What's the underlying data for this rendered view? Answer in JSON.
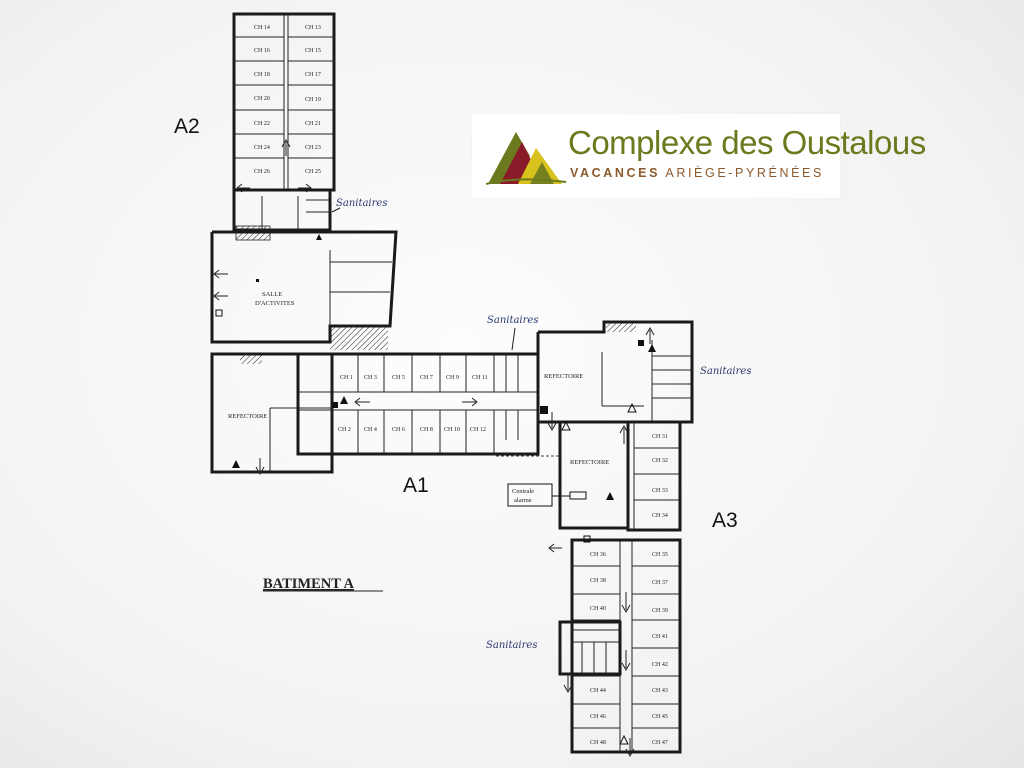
{
  "wings": {
    "a1": "A1",
    "a2": "A2",
    "a3": "A3"
  },
  "building_title": "BATIMENT A",
  "annotations": {
    "sanitaires_a2": "Sanitaires",
    "sanitaires_a1": "Sanitaires",
    "sanitaires_a3": "Sanitaires",
    "sanitaires_south": "Sanitaires"
  },
  "common_rooms": {
    "salle_line1": "SALLE",
    "salle_line2": "D'ACTIVITES",
    "refectoire_west": "REFECTOIRE",
    "refectoire_mid": "REFECTOIRE",
    "refectoire_east": "REFECTOIRE",
    "centrale_line1": "Centrale",
    "centrale_line2": "alarme"
  },
  "rooms": {
    "ch1": "CH 1",
    "ch2": "CH 2",
    "ch3": "CH 3",
    "ch4": "CH 4",
    "ch5": "CH 5",
    "ch6": "CH 6",
    "ch7": "CH 7",
    "ch8": "CH 8",
    "ch9": "CH 9",
    "ch10": "CH 10",
    "ch11": "CH 11",
    "ch12": "CH 12",
    "ch13": "CH 13",
    "ch14": "CH 14",
    "ch15": "CH 15",
    "ch16": "CH 16",
    "ch17": "CH 17",
    "ch18": "CH 18",
    "ch19": "CH 19",
    "ch20": "CH 20",
    "ch21": "CH 21",
    "ch22": "CH 22",
    "ch23": "CH 23",
    "ch24": "CH 24",
    "ch25": "CH 25",
    "ch26": "CH 26",
    "ch31": "CH 31",
    "ch32": "CH 32",
    "ch33": "CH 33",
    "ch34": "CH 34",
    "ch35": "CH 35",
    "ch36": "CH 36",
    "ch37": "CH 37",
    "ch38": "CH 38",
    "ch39": "CH 39",
    "ch40": "CH 40",
    "ch41": "CH 41",
    "ch42": "CH 42",
    "ch43": "CH 43",
    "ch44": "CH 44",
    "ch45": "CH 45",
    "ch46": "CH 46",
    "ch47": "CH 47",
    "ch48": "CH 48"
  },
  "logo": {
    "title": "Complexe des Oustalous",
    "sub_bold": "VACANCES",
    "sub_rest": "ARIÈGE-PYRÉNÉES",
    "colors": {
      "green": "#6b7a1e",
      "brown": "#8c5a2c",
      "red": "#8a1c2a",
      "yellow": "#d8c21e"
    }
  }
}
